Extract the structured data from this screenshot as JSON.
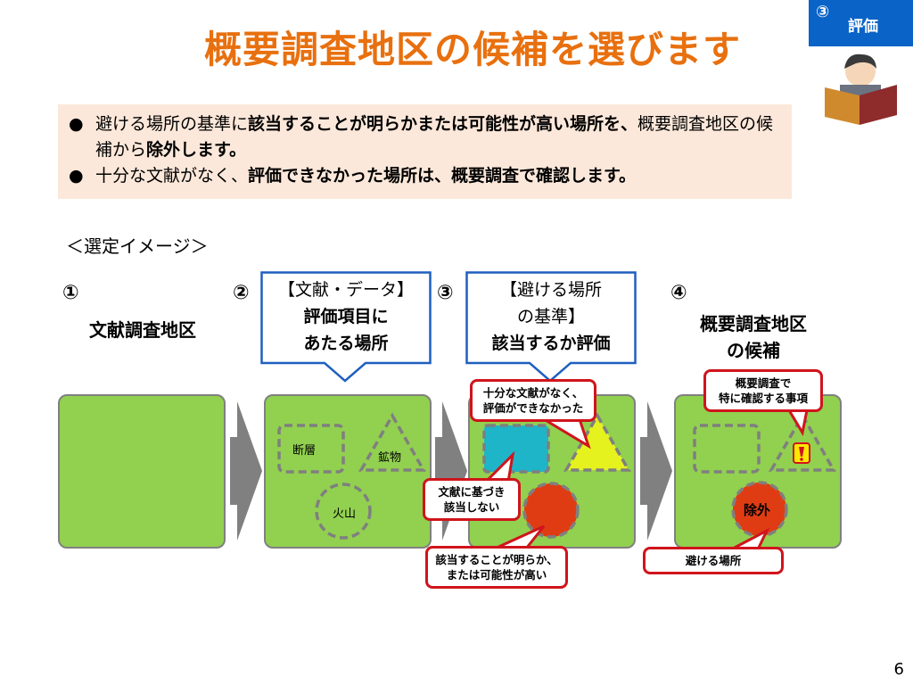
{
  "title": "概要調査地区の候補を選びます",
  "badge": {
    "number": "③",
    "label": "評価"
  },
  "bullets": [
    {
      "pre": "避ける場所の基準に",
      "bold": "該当することが明らかまたは可能性が高い場所を、",
      "post": "概要調査地区の候補から",
      "bold2": "除外します。"
    },
    {
      "pre": "十分な文献がなく、",
      "bold": "評価できなかった場所は、概要調査で確認します。"
    }
  ],
  "selection_heading": "＜選定イメージ＞",
  "steps": [
    {
      "number": "①",
      "label": "文献調査地区"
    },
    {
      "number": "②",
      "bracket": "【文献・データ】",
      "label1": "評価項目に",
      "label2": "あたる場所"
    },
    {
      "number": "③",
      "bracket1": "【避ける場所",
      "bracket2": "の基準】",
      "label": "該当するか評価"
    },
    {
      "number": "④",
      "label1": "概要調査地区",
      "label2": "の候補"
    }
  ],
  "shapes": {
    "fault": "断層",
    "mineral": "鉱物",
    "volcano": "火山",
    "exclude": "除外"
  },
  "callouts": {
    "insufficient1": "十分な文献がなく、",
    "insufficient2": "評価ができなかった",
    "not_applicable1": "文献に基づき",
    "not_applicable2": "該当しない",
    "applicable1": "該当することが明らか、",
    "applicable2": "または可能性が高い",
    "confirm1": "概要調査で",
    "confirm2": "特に確認する事項",
    "avoid": "避ける場所"
  },
  "page_number": "6"
}
